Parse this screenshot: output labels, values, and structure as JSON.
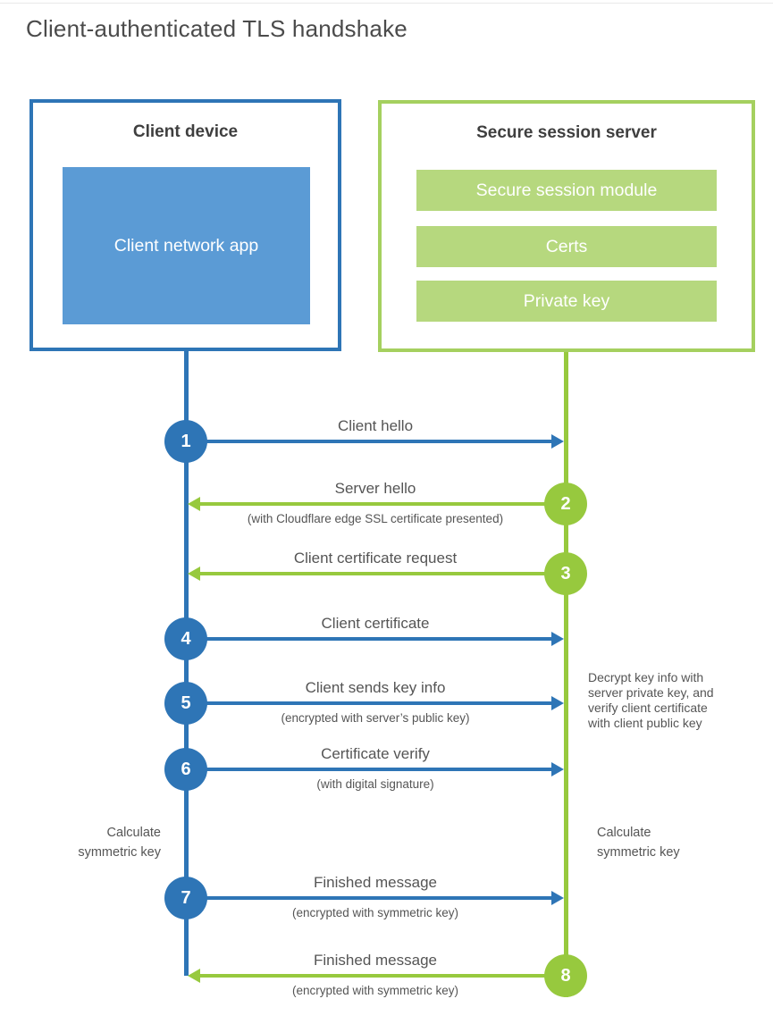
{
  "title": "Client-authenticated TLS handshake",
  "client_box": {
    "title": "Client device",
    "app_label": "Client network app"
  },
  "server_box": {
    "title": "Secure session server",
    "modules": [
      "Secure session module",
      "Certs",
      "Private key"
    ]
  },
  "steps": [
    {
      "num": "1",
      "actor": "client",
      "direction": "right",
      "label": "Client hello",
      "sub": ""
    },
    {
      "num": "2",
      "actor": "server",
      "direction": "left",
      "label": "Server hello",
      "sub": "(with Cloudflare edge SSL certificate presented)"
    },
    {
      "num": "3",
      "actor": "server",
      "direction": "left",
      "label": "Client certificate request",
      "sub": ""
    },
    {
      "num": "4",
      "actor": "client",
      "direction": "right",
      "label": "Client certificate",
      "sub": ""
    },
    {
      "num": "5",
      "actor": "client",
      "direction": "right",
      "label": "Client sends key info",
      "sub": "(encrypted with server’s public key)"
    },
    {
      "num": "6",
      "actor": "client",
      "direction": "right",
      "label": "Certificate verify",
      "sub": "(with digital signature)"
    },
    {
      "num": "7",
      "actor": "client",
      "direction": "right",
      "label": "Finished message",
      "sub": "(encrypted with symmetric key)"
    },
    {
      "num": "8",
      "actor": "server",
      "direction": "left",
      "label": "Finished message",
      "sub": "(encrypted with symmetric key)"
    }
  ],
  "notes": {
    "decrypt": "Decrypt key info with server private key, and verify client certificate with client public key",
    "calc_left": "Calculate symmetric key",
    "calc_right": "Calculate symmetric key"
  },
  "colors": {
    "blue": "#2e75b6",
    "blue_fill": "#5b9bd5",
    "green": "#97c93e",
    "green_border": "#a5d05f",
    "green_fill": "#b6d87e",
    "heading_text": "#3f3f3f",
    "label_text": "#555555",
    "title_text": "#4b4b4b"
  }
}
